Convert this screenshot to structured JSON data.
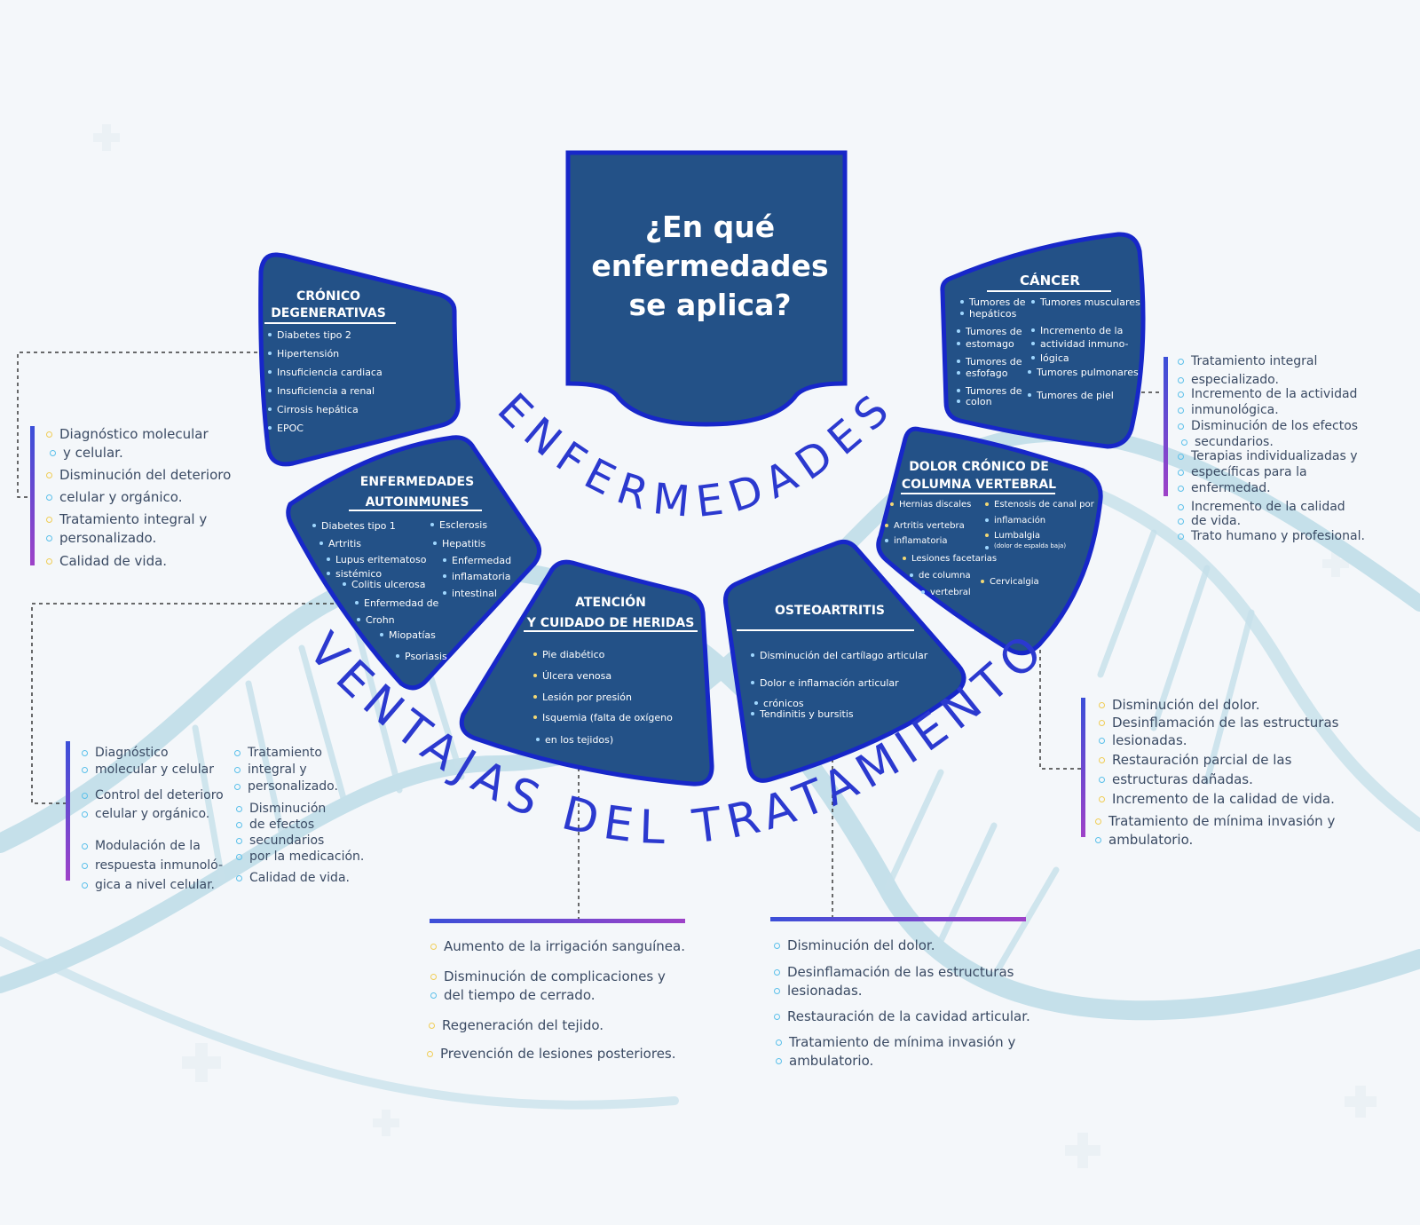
{
  "question": {
    "line1": "¿En qué",
    "line2": "enfermedades",
    "line3": "se aplica?"
  },
  "arc_labels": {
    "top": "ENFERMEDADES",
    "bottom": "VENTAJAS DEL TRATAMIENTO"
  },
  "colors": {
    "card_fill": "#235187",
    "card_border": "#1727c9",
    "arc_text": "#2b39cf",
    "bar_start": "#3b4fd8",
    "bar_end": "#9e42c8",
    "dna": "#c5e0ea"
  },
  "cards": {
    "cronico": {
      "title1": "CRÓNICO",
      "title2": "DEGENERATIVAS",
      "items": [
        "Diabetes tipo 2",
        "Hipertensión",
        "Insuficiencia cardiaca",
        "Insuficiencia a renal",
        "Cirrosis hepática",
        "EPOC"
      ]
    },
    "autoinmunes": {
      "title1": "ENFERMEDADES",
      "title2": "AUTOINMUNES",
      "items": [
        "Diabetes tipo 1",
        "Artritis",
        "Lupus eritematoso",
        "sistémico",
        "Colitis ulcerosa",
        "Enfermedad de",
        "Crohn",
        "Miopatías",
        "Psoriasis",
        "Esclerosis",
        "Hepatitis",
        "Enfermedad",
        "inflamatoria",
        "intestinal"
      ]
    },
    "heridas": {
      "title1": "ATENCIÓN",
      "title2": "Y CUIDADO DE HERIDAS",
      "items": [
        "Pie diabético",
        "Úlcera venosa",
        "Lesión por presión",
        "Isquemia (falta de oxígeno",
        "en los tejidos)"
      ]
    },
    "osteo": {
      "title1": "OSTEOARTRITIS",
      "items": [
        "Disminución del cartílago articular",
        "Dolor e inflamación articular",
        "crónicos",
        "Tendinitis y bursitis"
      ]
    },
    "columna": {
      "title1": "DOLOR CRÓNICO DE",
      "title2": "COLUMNA VERTEBRAL",
      "items": [
        "Hernias discales",
        "Artritis vertebra",
        "inflamatoria",
        "Lesiones facetarias",
        "de columna",
        "vertebral",
        "Estenosis de canal por",
        "inflamación",
        "Lumbalgia",
        "(dolor de espalda baja)",
        "Cervicalgia"
      ]
    },
    "cancer": {
      "title1": "CÁNCER",
      "items": [
        "Tumores de",
        "hepáticos",
        "Tumores de",
        "estomago",
        "Tumores de",
        "esfofago",
        "Tumores de",
        "colon",
        "Tumores musculares",
        "Incremento de la",
        "actividad inmuno-",
        "lógica",
        "Tumores pulmonares",
        "Tumores de piel"
      ]
    }
  },
  "benefits": {
    "cronico": [
      "Diagnóstico molecular",
      "y celular.",
      "Disminución del deterioro",
      "celular y orgánico.",
      "Tratamiento integral y",
      "personalizado.",
      "Calidad de vida."
    ],
    "autoinmunes": [
      "Diagnóstico",
      "molecular y celular",
      "Control del deterioro",
      "celular y orgánico.",
      "Modulación de la",
      "respuesta inmunoló-",
      "gica a nivel celular.",
      "Tratamiento",
      "integral y",
      "personalizado.",
      "Disminución",
      "de efectos",
      "secundarios",
      "por la medicación.",
      "Calidad de vida."
    ],
    "heridas": [
      "Aumento de la irrigación sanguínea.",
      "Disminución de complicaciones y",
      "del tiempo de cerrado.",
      "Regeneración del tejido.",
      "Prevención de lesiones posteriores."
    ],
    "osteo": [
      "Disminución del dolor.",
      "Desinflamación de las estructuras",
      "lesionadas.",
      "Restauración de la cavidad articular.",
      "Tratamiento de mínima invasión y",
      "ambulatorio."
    ],
    "columna": [
      "Disminución del dolor.",
      "Desinflamación de las estructuras",
      "lesionadas.",
      "Restauración parcial de las",
      "estructuras dañadas.",
      "Incremento de la calidad de vida.",
      "Tratamiento de mínima invasión y",
      "ambulatorio."
    ],
    "cancer": [
      "Tratamiento integral",
      "especializado.",
      "Incremento de la actividad",
      "inmunológica.",
      "Disminución de los efectos",
      "secundarios.",
      "Terapias individualizadas y",
      "específicas para la",
      "enfermedad.",
      "Incremento de la calidad",
      "de vida.",
      "Trato humano y profesional."
    ]
  }
}
